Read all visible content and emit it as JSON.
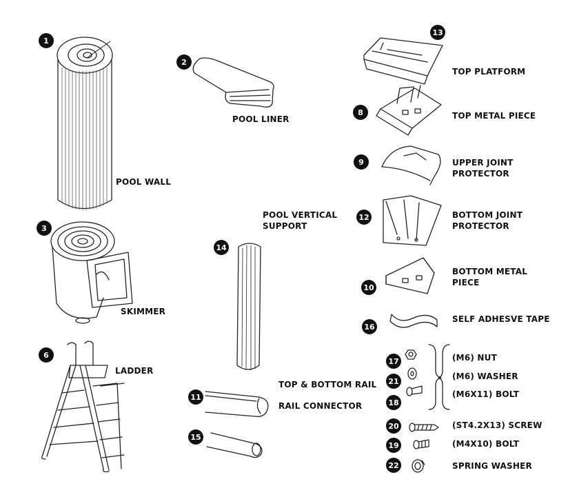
{
  "parts": [
    {
      "number": "1",
      "label": "POOL WALL"
    },
    {
      "number": "2",
      "label": "POOL LINER"
    },
    {
      "number": "3",
      "label": "SKIMMER"
    },
    {
      "number": "6",
      "label": "LADDER"
    },
    {
      "number": "14",
      "label": "POOL VERTICAL SUPPORT"
    },
    {
      "number": "11",
      "label": "TOP & BOTTOM RAIL"
    },
    {
      "number": "15",
      "label": "RAIL CONNECTOR"
    },
    {
      "number": "13",
      "label": "TOP PLATFORM"
    },
    {
      "number": "8",
      "label": "TOP METAL PIECE"
    },
    {
      "number": "9",
      "label": "UPPER JOINT PROTECTOR"
    },
    {
      "number": "12",
      "label": "BOTTOM JOINT PROTECTOR"
    },
    {
      "number": "10",
      "label": "BOTTOM METAL PIECE"
    },
    {
      "number": "16",
      "label": "SELF ADHESVE TAPE"
    },
    {
      "number": "17",
      "label": "(M6) NUT"
    },
    {
      "number": "21",
      "label": "(M6) WASHER"
    },
    {
      "number": "18",
      "label": "(M6X11) BOLT"
    },
    {
      "number": "20",
      "label": "(ST4.2X13) SCREW"
    },
    {
      "number": "19",
      "label": "(M4X10) BOLT"
    },
    {
      "number": "22",
      "label": "SPRING WASHER"
    }
  ],
  "labels_multiline": {
    "pool_vertical_support": [
      "POOL VERTICAL",
      "SUPPORT"
    ],
    "upper_joint_protector": [
      "UPPER JOINT",
      "PROTECTOR"
    ],
    "bottom_joint_protector": [
      "BOTTOM JOINT",
      "PROTECTOR"
    ],
    "bottom_metal_piece": [
      "BOTTOM METAL",
      "PIECE"
    ]
  }
}
